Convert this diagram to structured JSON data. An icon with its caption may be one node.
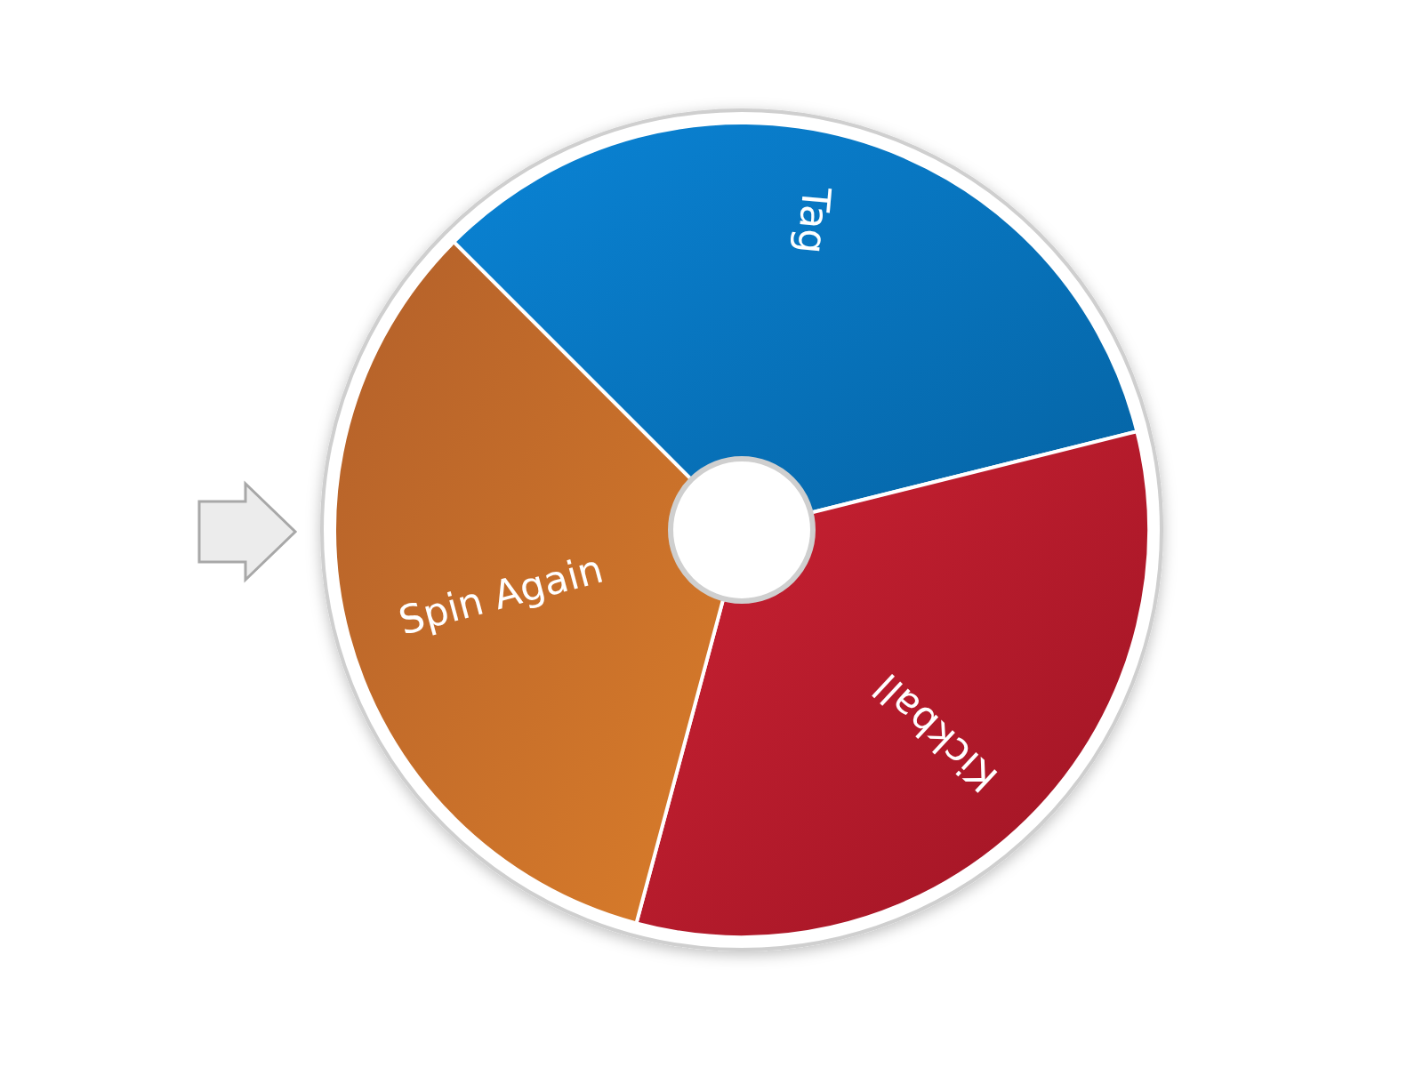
{
  "diagram": {
    "nodes": [
      {
        "text": [
          "Tag"
        ]
      },
      {
        "text": [
          "Kickball"
        ]
      },
      {
        "text": [
          "Spin Again"
        ]
      },
      {
        "text": [],
        "shape": "circle"
      }
    ]
  }
}
